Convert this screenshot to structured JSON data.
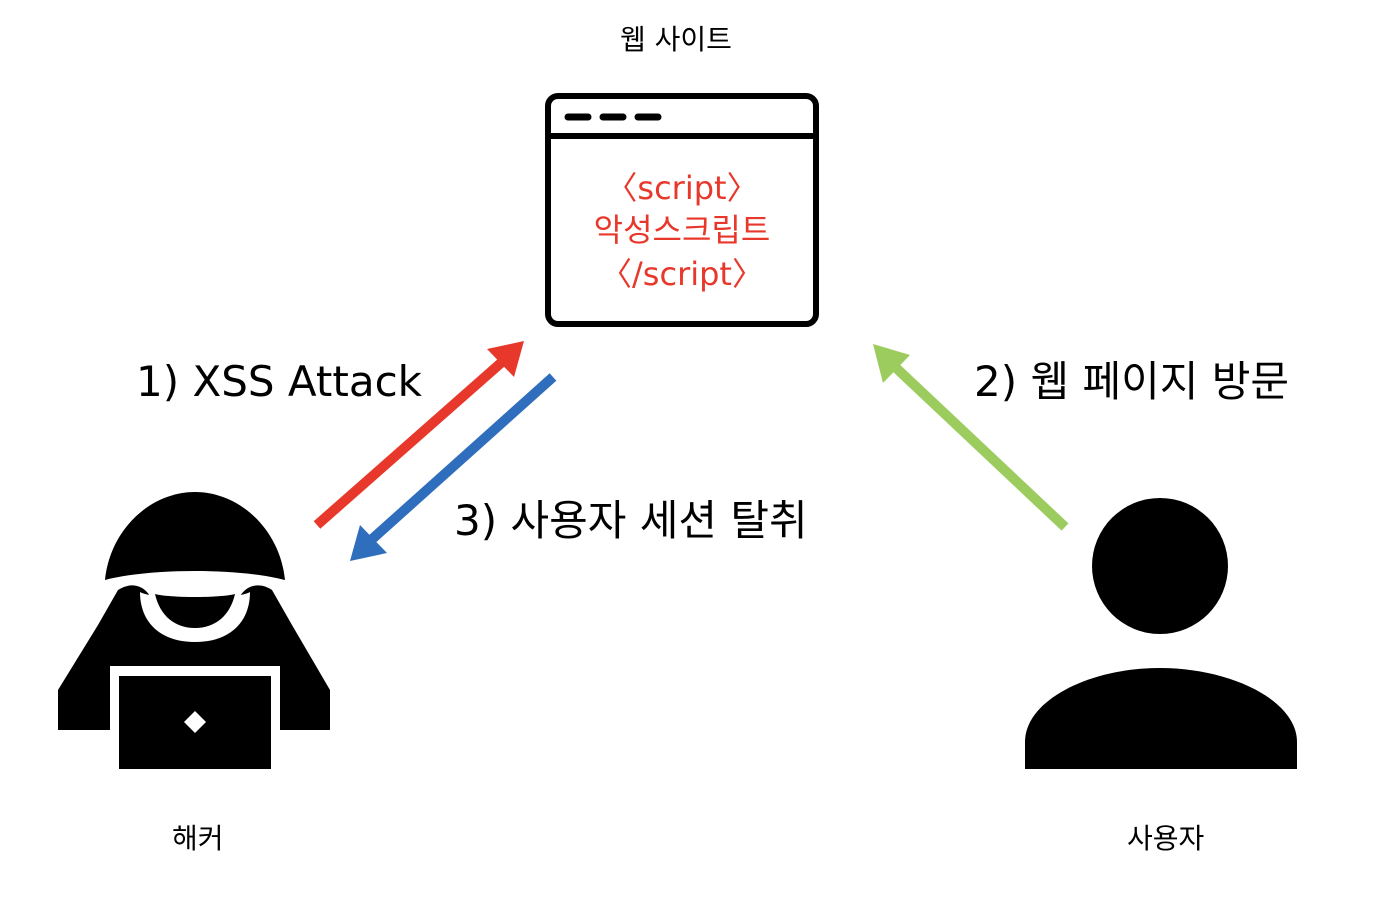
{
  "website": {
    "title": "웹 사이트",
    "script_open": "〈script〉",
    "script_body": "악성스크립트",
    "script_close": "〈/script〉",
    "script_color": "#e8382b"
  },
  "actors": {
    "hacker": "해커",
    "user": "사용자"
  },
  "steps": {
    "attack": "1) XSS Attack",
    "visit": "2) 웹 페이지 방문",
    "steal": "3) 사용자 세션 탈취"
  },
  "colors": {
    "attack_arrow": "#e8382b",
    "steal_arrow": "#2f6dbd",
    "visit_arrow": "#9ccb5e",
    "icon": "#000000"
  },
  "icons": {
    "website": "browser-window-icon",
    "hacker": "hooded-hacker-laptop-icon",
    "user": "person-silhouette-icon"
  }
}
